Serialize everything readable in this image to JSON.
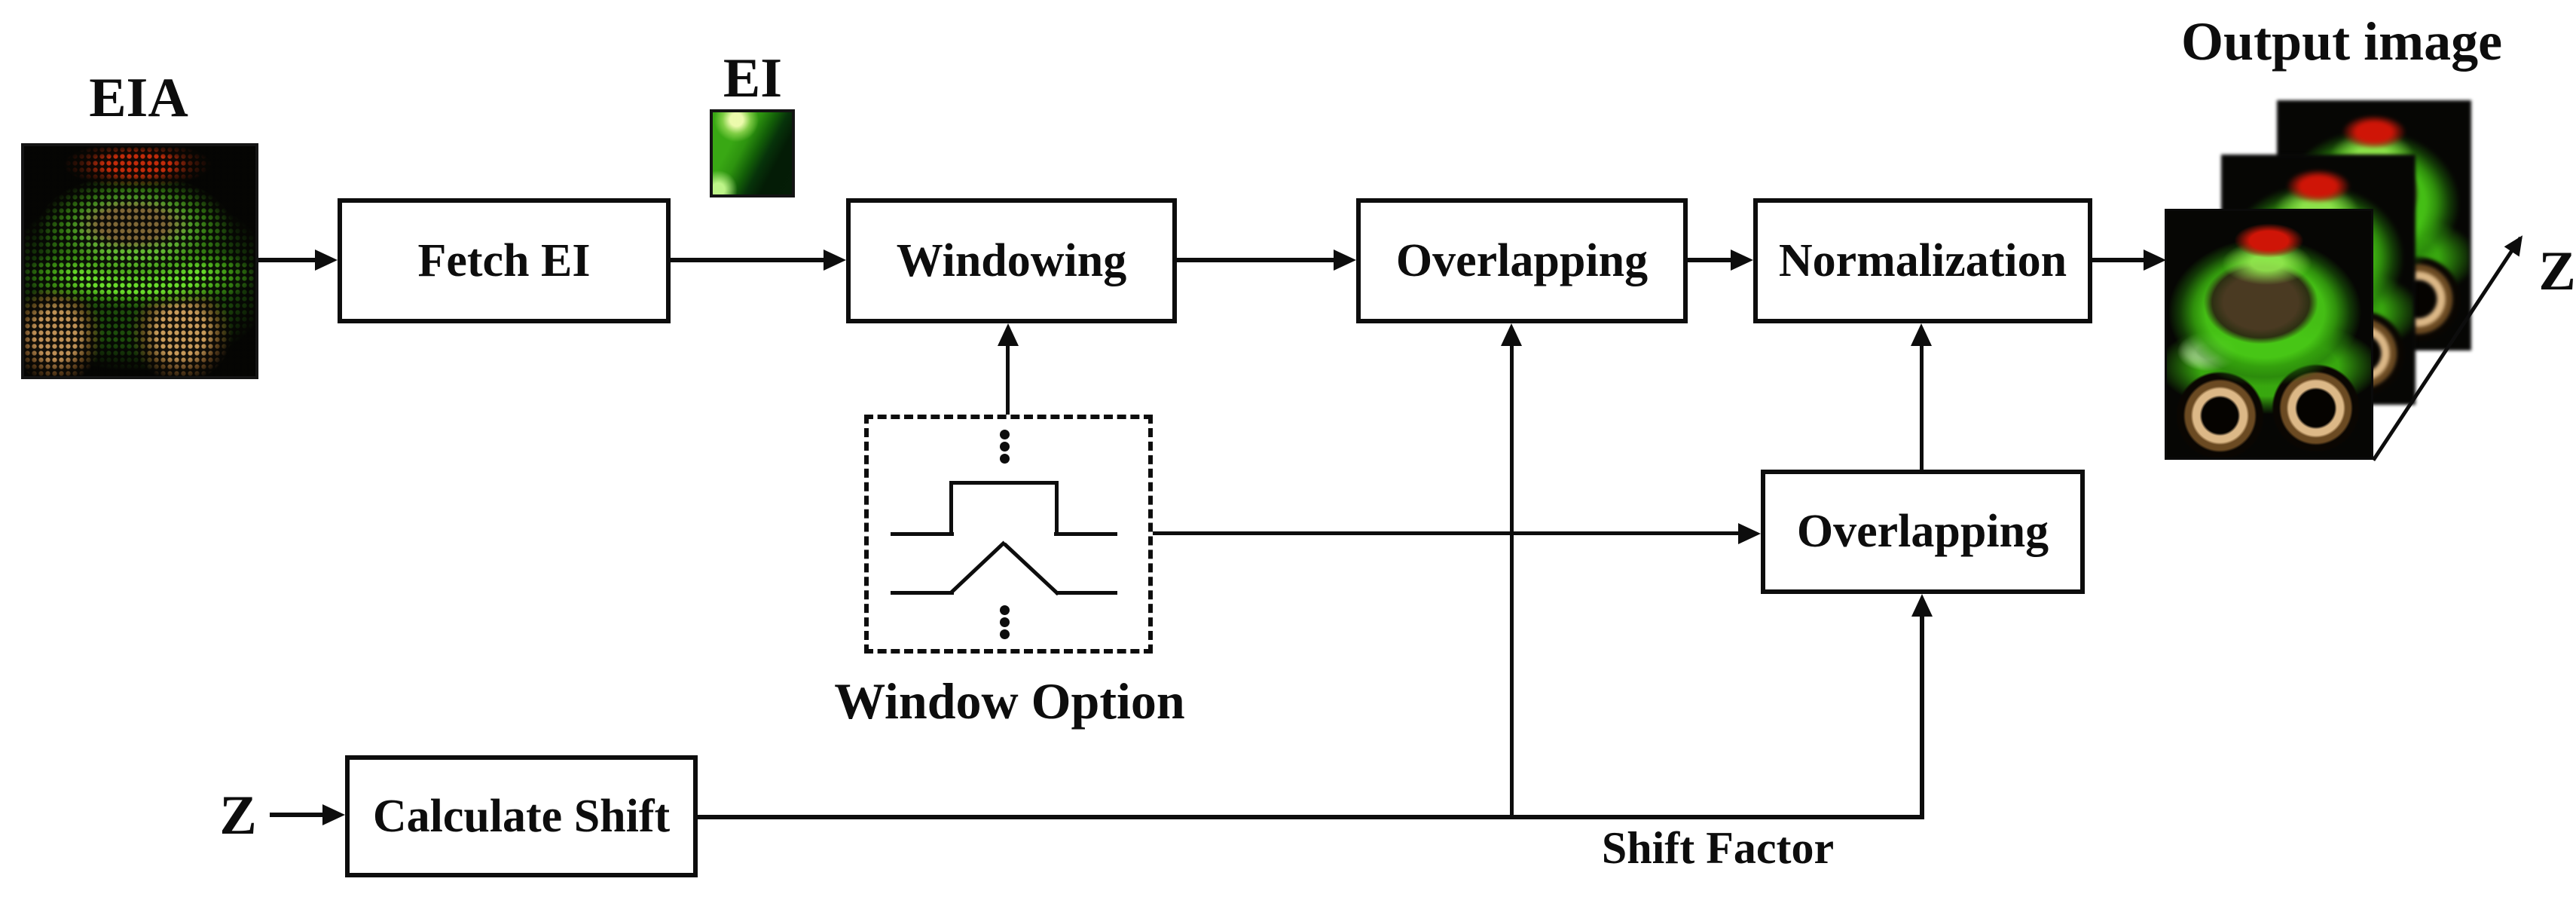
{
  "diagram": {
    "labels": {
      "eia": "EIA",
      "ei": "EI",
      "output_image": "Output image",
      "window_option": "Window Option",
      "shift_factor": "Shift Factor",
      "z_input": "Z",
      "z_axis": "Z"
    },
    "boxes": {
      "fetch_ei": "Fetch EI",
      "windowing": "Windowing",
      "overlapping_top": "Overlapping",
      "normalization": "Normalization",
      "overlapping_bottom": "Overlapping",
      "calculate_shift": "Calculate Shift"
    }
  },
  "colors": {
    "background": "#ffffff",
    "line": "#0d0d0d",
    "text": "#0d0d0d",
    "box_border": "#0d0d0d",
    "box_fill": "#ffffff",
    "car_green": "#46bd12",
    "car_green_dark": "#1d7a0a",
    "wheel_tan": "#dcb887",
    "light_red": "#cf1507",
    "image_bg": "#050503"
  }
}
